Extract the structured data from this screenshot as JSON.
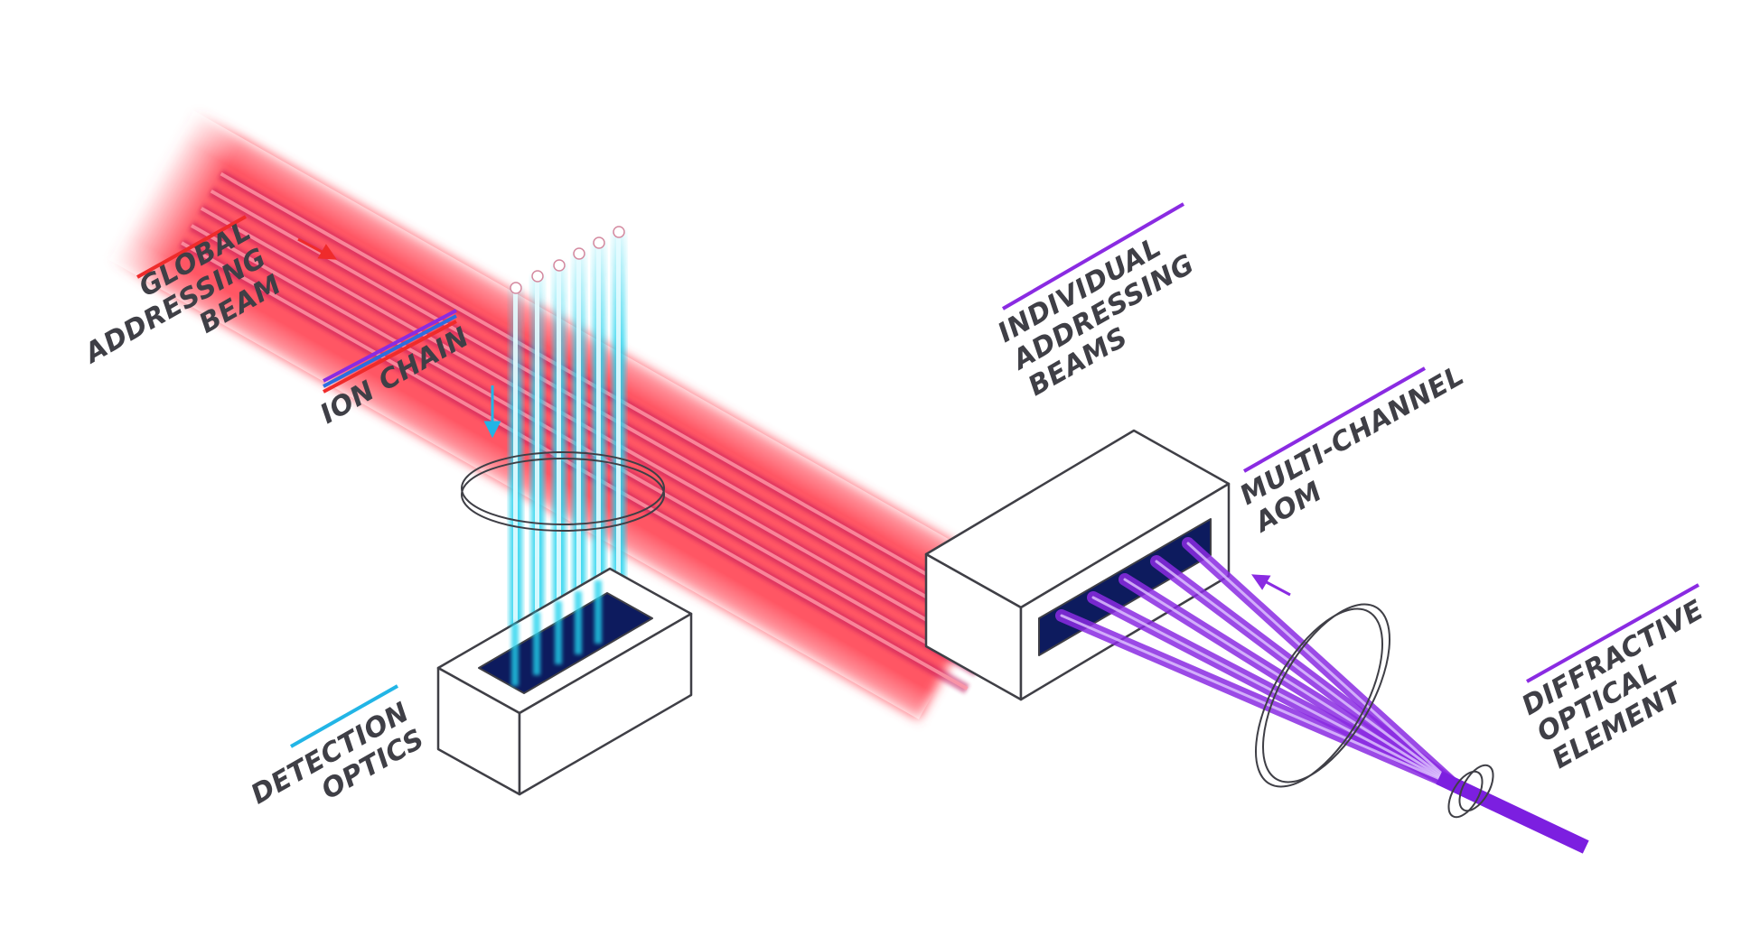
{
  "labels": {
    "global_beam": [
      "GLOBAL",
      "ADDRESSING",
      "BEAM"
    ],
    "ion_chain": [
      "ION CHAIN"
    ],
    "individual_beams": [
      "INDIVIDUAL",
      "ADDRESSING",
      "BEAMS"
    ],
    "aom": [
      "MULTI-CHANNEL",
      "AOM"
    ],
    "doe": [
      "DIFFRACTIVE",
      "OPTICAL",
      "ELEMENT"
    ],
    "detection": [
      "DETECTION",
      "OPTICS"
    ]
  },
  "colors": {
    "global_beam": "#ff4d5c",
    "individual_beam": "#8a2be2",
    "detection_light": "#22d3ee",
    "ion": "#ffffff",
    "outline": "#3f3f46",
    "sensor": "#0d1b5e",
    "label_text": "#3f3f46"
  },
  "icons": {
    "global_arrow": "arrow-icon",
    "ion_arrow": "arrow-down-icon",
    "aom_arrow": "arrow-icon"
  }
}
